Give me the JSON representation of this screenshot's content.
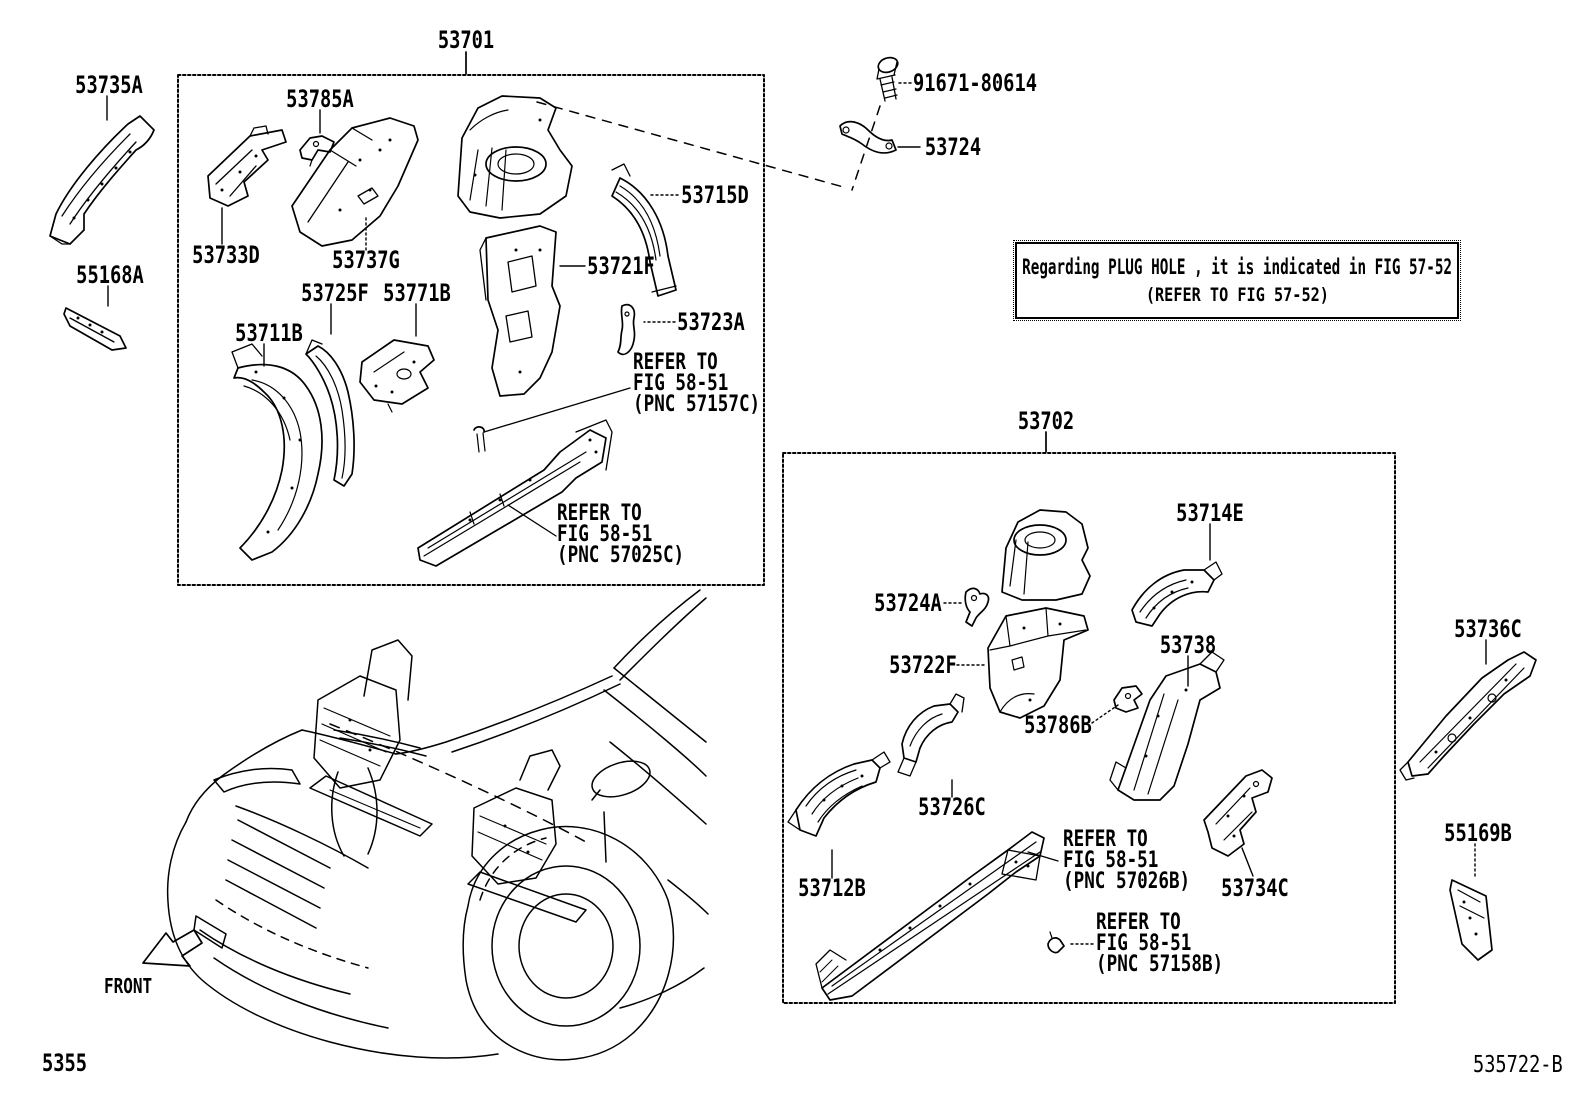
{
  "figure": {
    "number_bottom_left": "5355",
    "sheet_code": "535722-B"
  },
  "front_arrow": {
    "label": "FRONT"
  },
  "note_box": {
    "line1": "Regarding PLUG HOLE , it is indicated in FIG 57-52",
    "line2": "(REFER TO FIG 57-52)"
  },
  "part_labels": [
    {
      "text": "53735A"
    },
    {
      "text": "55168A"
    },
    {
      "text": "53701"
    },
    {
      "text": "53785A"
    },
    {
      "text": "53733D"
    },
    {
      "text": "53737G"
    },
    {
      "text": "53725F"
    },
    {
      "text": "53771B"
    },
    {
      "text": "53711B"
    },
    {
      "text": "53721F"
    },
    {
      "text": "53715D"
    },
    {
      "text": "53723A"
    },
    {
      "text": "91671-80614"
    },
    {
      "text": "53724"
    },
    {
      "text": "53702"
    },
    {
      "text": "53714E"
    },
    {
      "text": "53724A"
    },
    {
      "text": "53722F"
    },
    {
      "text": "53738"
    },
    {
      "text": "53786B"
    },
    {
      "text": "53726C"
    },
    {
      "text": "53712B"
    },
    {
      "text": "53734C"
    },
    {
      "text": "53736C"
    },
    {
      "text": "55169B"
    }
  ],
  "refer_notes": [
    {
      "l1": "REFER TO",
      "l2": "FIG 58-51",
      "l3": "(PNC 57157C)"
    },
    {
      "l1": "REFER TO",
      "l2": "FIG 58-51",
      "l3": "(PNC 57025C)"
    },
    {
      "l1": "REFER TO",
      "l2": "FIG 58-51",
      "l3": "(PNC 57026B)"
    },
    {
      "l1": "REFER TO",
      "l2": "FIG 58-51",
      "l3": "(PNC 57158B)"
    }
  ]
}
